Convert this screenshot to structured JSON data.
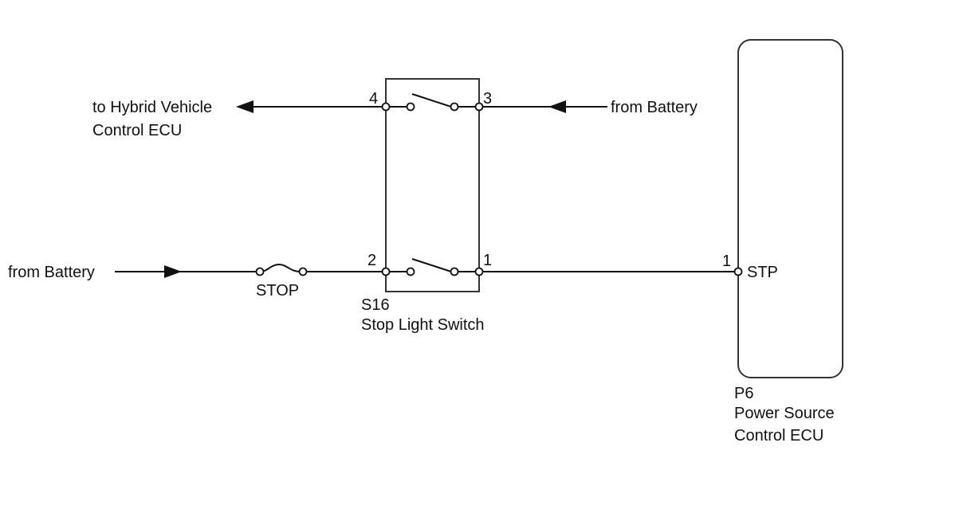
{
  "labels": {
    "to_hybrid_line1": "to Hybrid Vehicle",
    "to_hybrid_line2": "Control ECU",
    "from_battery_top": "from Battery",
    "from_battery_left": "from Battery",
    "fuse": "STOP",
    "switch_code": "S16",
    "switch_name": "Stop Light Switch",
    "ecu_code": "P6",
    "ecu_name_line1": "Power Source",
    "ecu_name_line2": "Control ECU",
    "ecu_pin_name": "STP"
  },
  "pins": {
    "switch_pin_4": "4",
    "switch_pin_3": "3",
    "switch_pin_2": "2",
    "switch_pin_1": "1",
    "ecu_pin_1": "1"
  }
}
